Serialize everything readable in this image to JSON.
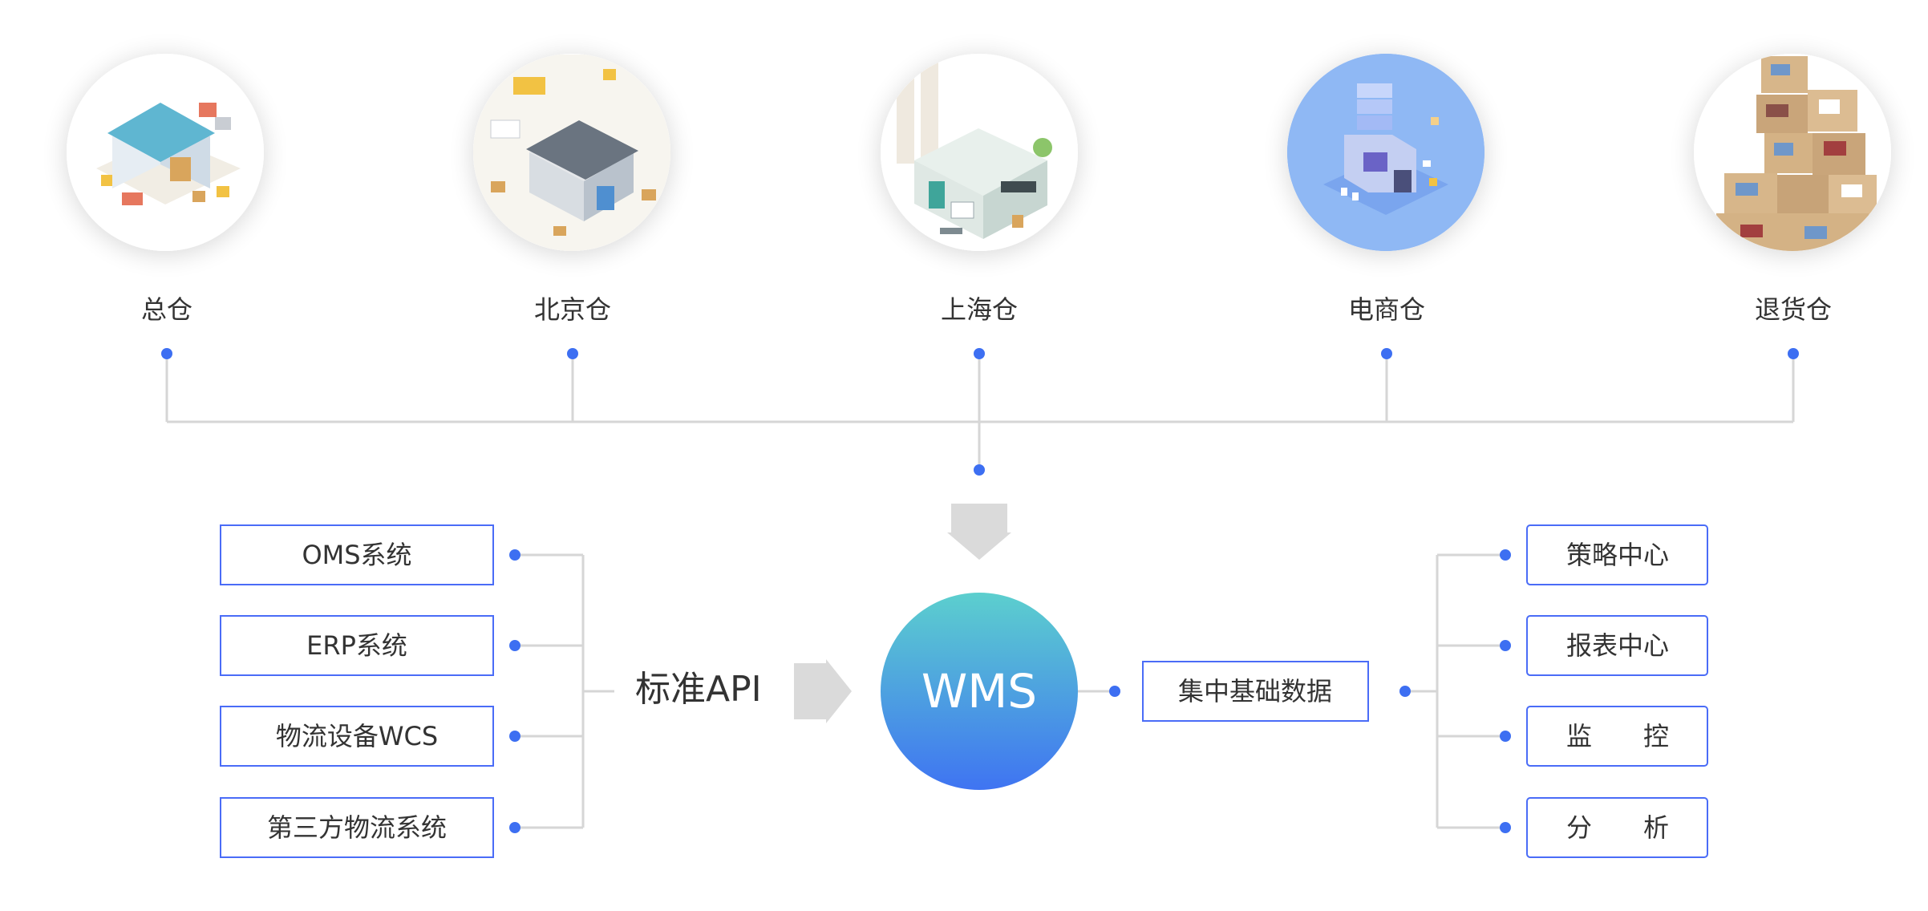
{
  "warehouses": [
    {
      "label": "总仓",
      "icon": "main-warehouse-illustration"
    },
    {
      "label": "北京仓",
      "icon": "beijing-warehouse-illustration"
    },
    {
      "label": "上海仓",
      "icon": "shanghai-factory-illustration"
    },
    {
      "label": "电商仓",
      "icon": "ecommerce-warehouse-illustration"
    },
    {
      "label": "退货仓",
      "icon": "returns-boxes-illustration"
    }
  ],
  "left_systems": [
    "OMS系统",
    "ERP系统",
    "物流设备WCS",
    "第三方物流系统"
  ],
  "api_label": "标准API",
  "center_label": "WMS",
  "data_box_label": "集中基础数据",
  "right_modules": [
    "策略中心",
    "报表中心",
    "监　　控",
    "分　　析"
  ],
  "colors": {
    "box_border": "#4a6cf7",
    "dot": "#3d6ff2",
    "line": "#d6d6d6",
    "arrow": "#dadada",
    "wms_gradient_top": "#5ccfce",
    "wms_gradient_bottom": "#3f74f2"
  }
}
